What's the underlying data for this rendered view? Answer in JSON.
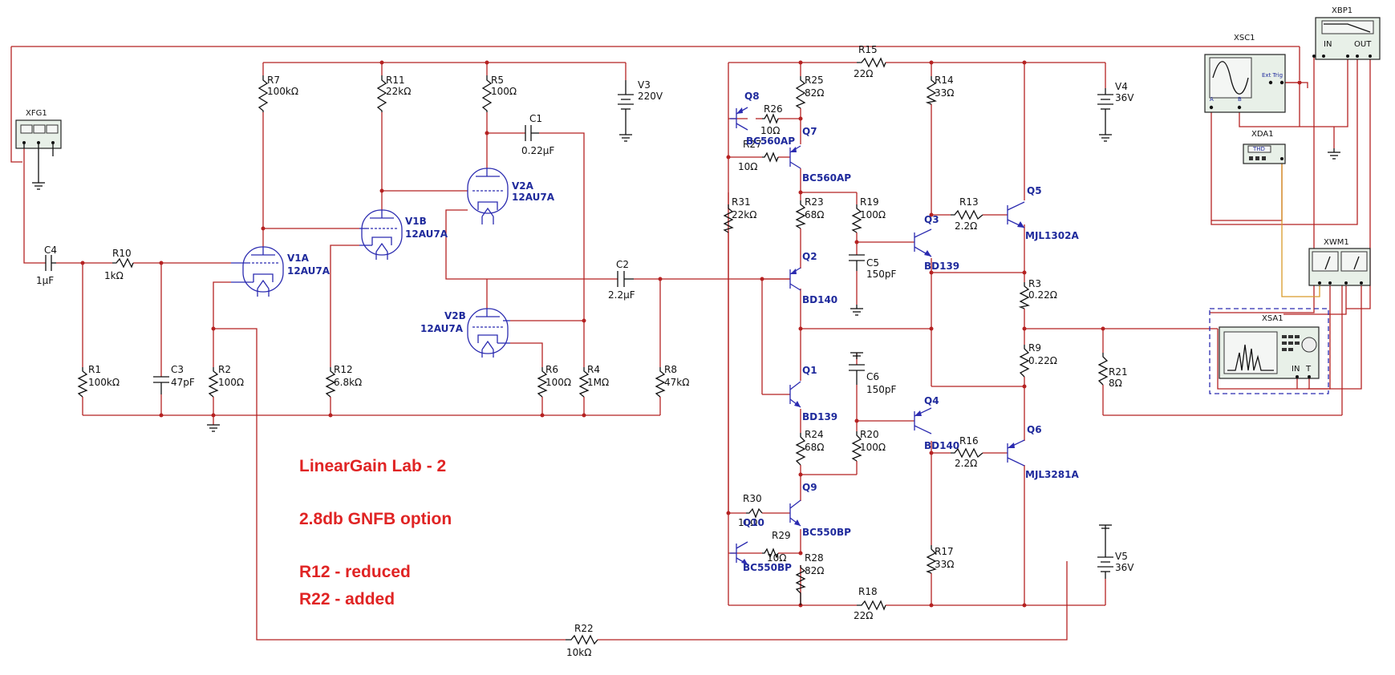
{
  "notes": {
    "title": "LinearGain Lab - 2",
    "option": "2.8db GNFB option",
    "change1": "R12 - reduced",
    "change2": "R22 - added"
  },
  "instruments": {
    "xfg1": "XFG1",
    "xsc1": "XSC1",
    "xbp1": "XBP1",
    "xda1": "XDA1",
    "xwm1": "XWM1",
    "xsa1": "XSA1",
    "xda1_screen": "THD",
    "xsc1_trig": "Ext Trig",
    "xsc1_a": "A",
    "xsc1_b": "B",
    "xbp1_in": "IN",
    "xbp1_out": "OUT",
    "xsa1_in": "IN",
    "xsa1_t": "T"
  },
  "components": {
    "R7": {
      "ref": "R7",
      "val": "100kΩ"
    },
    "R11": {
      "ref": "R11",
      "val": "22kΩ"
    },
    "R5": {
      "ref": "R5",
      "val": "100Ω"
    },
    "V3": {
      "ref": "V3",
      "val": "220V"
    },
    "C1": {
      "ref": "C1",
      "val": "0.22µF"
    },
    "V2A": {
      "ref": "V2A",
      "val": "12AU7A"
    },
    "V1B": {
      "ref": "V1B",
      "val": "12AU7A"
    },
    "V1A": {
      "ref": "V1A",
      "val": "12AU7A"
    },
    "V2B": {
      "ref": "V2B",
      "val": "12AU7A"
    },
    "C4": {
      "ref": "C4",
      "val": "1µF"
    },
    "R10": {
      "ref": "R10",
      "val": "1kΩ"
    },
    "C2": {
      "ref": "C2",
      "val": "2.2µF"
    },
    "R1": {
      "ref": "R1",
      "val": "100kΩ"
    },
    "C3": {
      "ref": "C3",
      "val": "47pF"
    },
    "R2": {
      "ref": "R2",
      "val": "100Ω"
    },
    "R12": {
      "ref": "R12",
      "val": "6.8kΩ"
    },
    "R6": {
      "ref": "R6",
      "val": "100Ω"
    },
    "R4": {
      "ref": "R4",
      "val": "1MΩ"
    },
    "R8": {
      "ref": "R8",
      "val": "47kΩ"
    },
    "R22": {
      "ref": "R22",
      "val": "10kΩ"
    },
    "R15": {
      "ref": "R15",
      "val": "22Ω"
    },
    "R25": {
      "ref": "R25",
      "val": "82Ω"
    },
    "R26": {
      "ref": "R26",
      "val": "10Ω"
    },
    "R27": {
      "ref": "R27",
      "val": "10Ω"
    },
    "R31": {
      "ref": "R31",
      "val": "22kΩ"
    },
    "R23": {
      "ref": "R23",
      "val": "68Ω"
    },
    "R19": {
      "ref": "R19",
      "val": "100Ω"
    },
    "R14": {
      "ref": "R14",
      "val": "33Ω"
    },
    "R13": {
      "ref": "R13",
      "val": "2.2Ω"
    },
    "C5": {
      "ref": "C5",
      "val": "150pF"
    },
    "R3": {
      "ref": "R3",
      "val": "0.22Ω"
    },
    "R9": {
      "ref": "R9",
      "val": "0.22Ω"
    },
    "C6": {
      "ref": "C6",
      "val": "150pF"
    },
    "R24": {
      "ref": "R24",
      "val": "68Ω"
    },
    "R20": {
      "ref": "R20",
      "val": "100Ω"
    },
    "R16": {
      "ref": "R16",
      "val": "2.2Ω"
    },
    "R30": {
      "ref": "R30",
      "val": "10Ω"
    },
    "R29": {
      "ref": "R29",
      "val": "10Ω"
    },
    "R28": {
      "ref": "R28",
      "val": "82Ω"
    },
    "R17": {
      "ref": "R17",
      "val": "33Ω"
    },
    "R18": {
      "ref": "R18",
      "val": "22Ω"
    },
    "R21": {
      "ref": "R21",
      "val": "8Ω"
    },
    "V4": {
      "ref": "V4",
      "val": "36V"
    },
    "V5": {
      "ref": "V5",
      "val": "36V"
    },
    "Q8": {
      "ref": "Q8",
      "val": "BC560AP"
    },
    "Q7": {
      "ref": "Q7",
      "val": "BC560AP"
    },
    "Q2": {
      "ref": "Q2",
      "val": "BD140"
    },
    "Q3": {
      "ref": "Q3",
      "val": "BD139"
    },
    "Q5": {
      "ref": "Q5",
      "val": "MJL1302A"
    },
    "Q1": {
      "ref": "Q1",
      "val": "BD139"
    },
    "Q4": {
      "ref": "Q4",
      "val": "BD140"
    },
    "Q6": {
      "ref": "Q6",
      "val": "MJL3281A"
    },
    "Q9": {
      "ref": "Q9",
      "val": "BC550BP"
    },
    "Q10": {
      "ref": "Q10",
      "val": "BC550BP"
    }
  }
}
